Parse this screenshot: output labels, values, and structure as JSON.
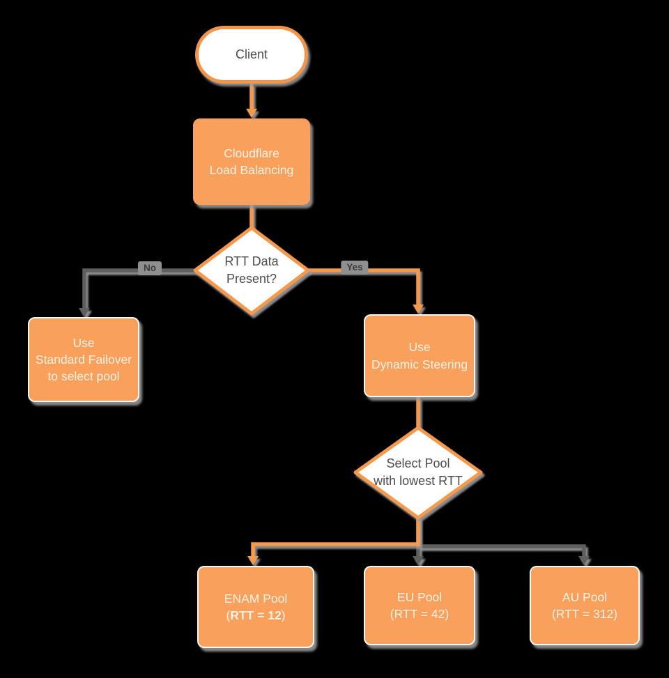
{
  "diagram": {
    "type": "flowchart",
    "colors": {
      "canvas_bg": "#000000",
      "process_fill": "#F9A15C",
      "process_text": "#FBF1E4",
      "decision_fill": "#FFFFFF",
      "decision_border": "#F5994E",
      "decision_text": "#4C4C4C",
      "connector_orange": "#F5994E",
      "connector_gray": "#5E5E5E",
      "shadow_gray": "#9B9B9B",
      "edge_label_bg": "#8F8F8F",
      "edge_label_text": "#3B3B3B"
    },
    "nodes": {
      "client": {
        "label": "Client"
      },
      "load_balancer": {
        "lines": [
          "Cloudflare",
          "Load Balancing"
        ]
      },
      "rtt_decision": {
        "lines": [
          "RTT Data",
          "Present?"
        ]
      },
      "standard_failover": {
        "lines": [
          "Use",
          "Standard Failover",
          "to select pool"
        ]
      },
      "dynamic_steering": {
        "lines": [
          "Use",
          "Dynamic Steering"
        ]
      },
      "select_pool_decision": {
        "lines": [
          "Select Pool",
          "with lowest RTT"
        ]
      },
      "enam_pool": {
        "line1": "ENAM Pool",
        "line2_open": "(",
        "line2_bold": "RTT = 12",
        "line2_close": ")"
      },
      "eu_pool": {
        "lines": [
          "EU Pool",
          "(RTT = 42)"
        ]
      },
      "au_pool": {
        "lines": [
          "AU Pool",
          "(RTT = 312)"
        ]
      }
    },
    "edges": {
      "no_label": "No",
      "yes_label": "Yes"
    }
  }
}
